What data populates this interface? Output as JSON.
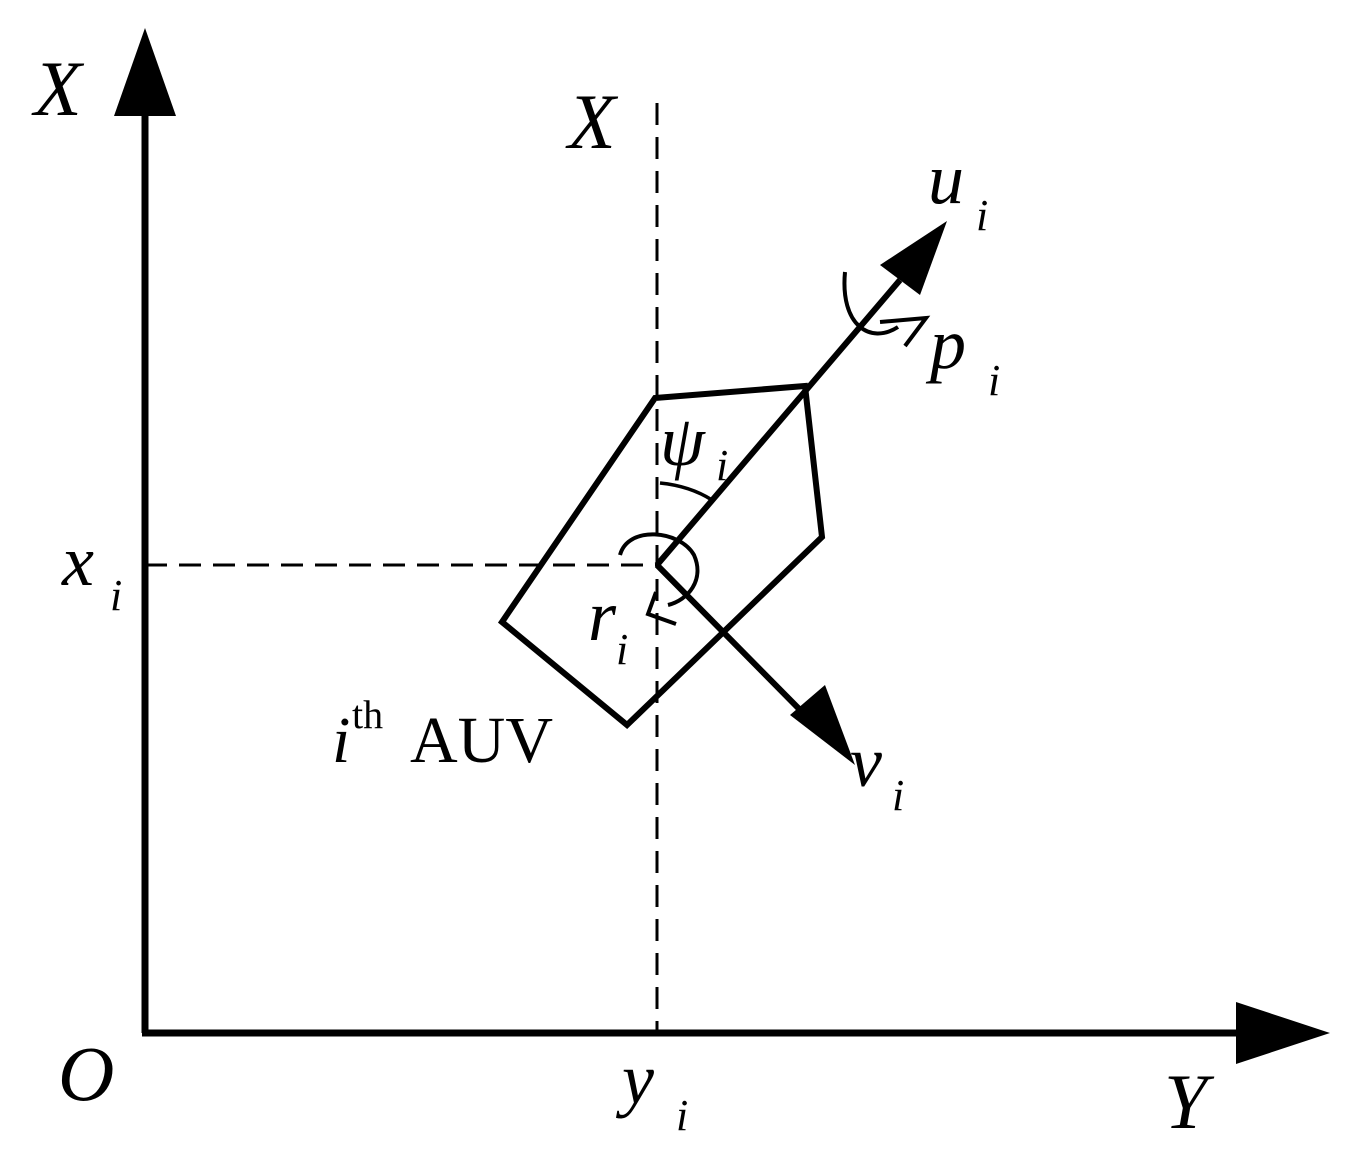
{
  "labels": {
    "axis_x": "X",
    "axis_y": "Y",
    "origin": "O",
    "body_x": "X",
    "x_coord": "x",
    "x_coord_sub": "i",
    "y_coord": "y",
    "y_coord_sub": "i",
    "u": "u",
    "u_sub": "i",
    "v": "v",
    "v_sub": "i",
    "p": "p",
    "p_sub": "i",
    "psi": "ψ",
    "psi_sub": "i",
    "r": "r",
    "r_sub": "i",
    "auv_i": "i",
    "auv_sup": "th",
    "auv_text": "AUV"
  },
  "colors": {
    "ink": "#000000",
    "background": "#ffffff"
  }
}
